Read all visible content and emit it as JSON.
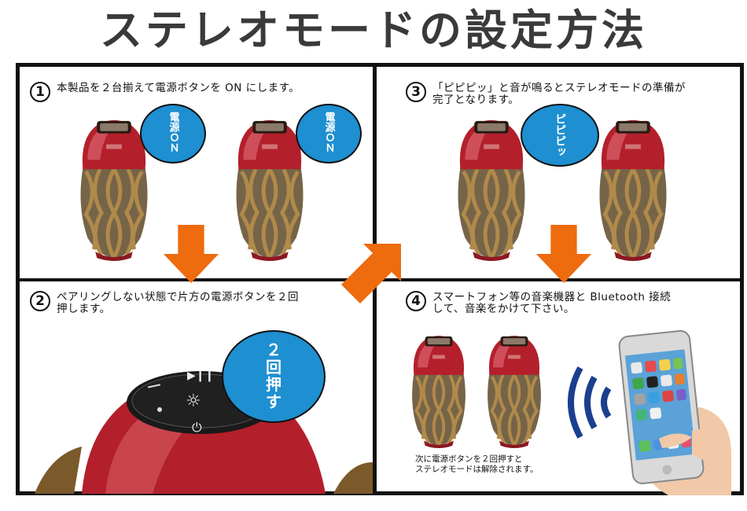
{
  "page": {
    "title": "ステレオモードの設定方法"
  },
  "steps": [
    {
      "number": "1",
      "text_lines": [
        "本製品を２台揃えて電源ボタンを ON にします。"
      ]
    },
    {
      "number": "2",
      "text_lines": [
        "ペアリングしない状態で片方の電源ボタンを２回",
        "押します。"
      ]
    },
    {
      "number": "3",
      "text_lines": [
        "「ピピピッ」と音が鳴るとステレオモードの準備が",
        "完了となります。"
      ]
    },
    {
      "number": "4",
      "text_lines": [
        "スマートフォン等の音楽機器と Bluetooth 接続",
        "して、音楽をかけて下さい。"
      ]
    }
  ],
  "bubbles": {
    "power_on": "電源ＯＮ",
    "beep": "ピピピッ",
    "press_twice": [
      "２",
      "回",
      "押",
      "す"
    ]
  },
  "note_lines": [
    "次に電源ボタンを２回押すと",
    "ステレオモードは解除されます。"
  ],
  "colors": {
    "arrow": "#ee6b0e",
    "bubble": "#1e8fd0",
    "speaker_red": "#b3202b",
    "speaker_gold": "#8a6a3a",
    "wifi_blue": "#1b3f8f"
  },
  "icons": [
    "play-pause-icon",
    "light-icon",
    "power-icon",
    "minus-icon",
    "bluetooth-waves-icon",
    "smartphone-icon"
  ]
}
